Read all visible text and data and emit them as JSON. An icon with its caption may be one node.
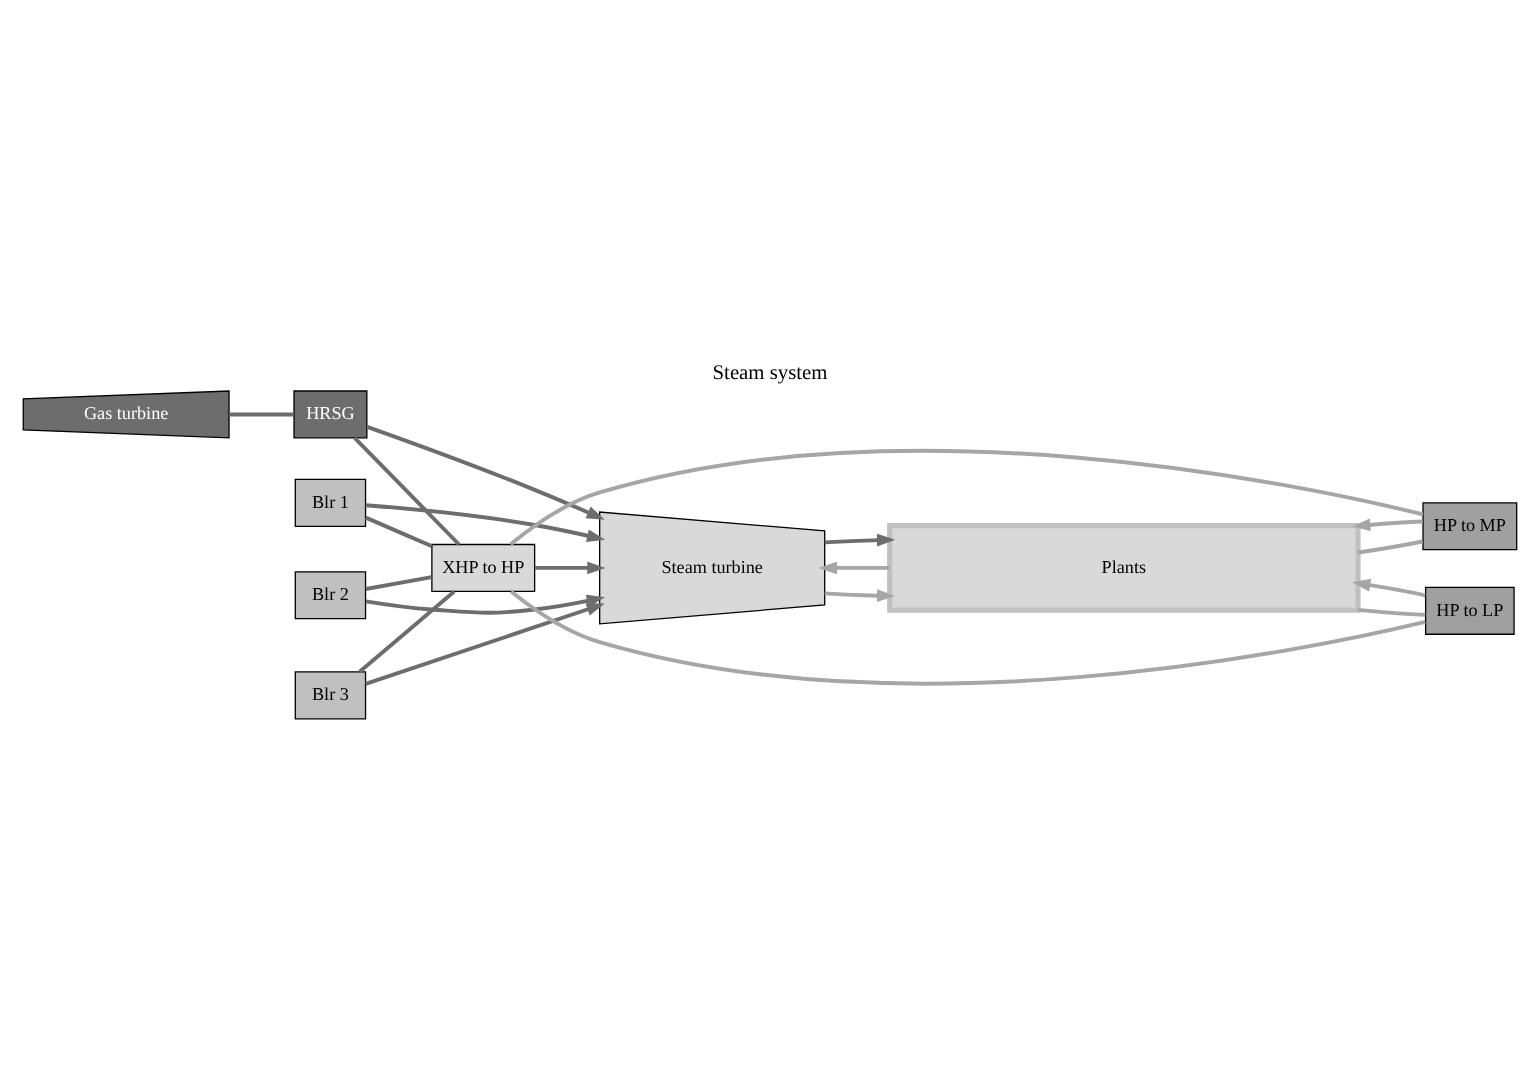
{
  "diagram": {
    "title": "Steam system",
    "nodes": [
      {
        "text": [
          "Gas turbine"
        ]
      },
      {
        "text": [
          "HRSG"
        ]
      },
      {
        "text": [
          "Steam turbine"
        ]
      },
      {
        "text": [
          "Blr 1"
        ]
      },
      {
        "text": [
          "Blr 2"
        ]
      },
      {
        "text": [
          "Blr 3"
        ]
      },
      {
        "text": [
          "HP to MP"
        ]
      },
      {
        "text": [
          "HP to LP"
        ]
      },
      {
        "text": [
          "XHP to HP"
        ]
      },
      {
        "text": [
          "Plants"
        ]
      }
    ],
    "edges": [
      {
        "from": 0,
        "to": 1,
        "arrow": "none"
      },
      {
        "from": 1,
        "to": 2,
        "arrow": "to"
      },
      {
        "from": 3,
        "to": 2,
        "arrow": "to"
      },
      {
        "from": 4,
        "to": 2,
        "arrow": "to"
      },
      {
        "from": 5,
        "to": 2,
        "arrow": "to"
      },
      {
        "from": 1,
        "to": 8,
        "arrow": "none"
      },
      {
        "from": 3,
        "to": 8,
        "arrow": "none"
      },
      {
        "from": 4,
        "to": 8,
        "arrow": "none"
      },
      {
        "from": 5,
        "to": 8,
        "arrow": "none"
      },
      {
        "from": 8,
        "to": 2,
        "arrow": "to"
      },
      {
        "from": 9,
        "to": 2,
        "arrow": "to",
        "color": "#a6a6a6"
      },
      {
        "from": 8,
        "to": 6,
        "arrow": "none",
        "color": "#a6a6a6"
      },
      {
        "from": 9,
        "to": 6,
        "arrow": "none",
        "color": "#a6a6a6"
      },
      {
        "from": 8,
        "to": 7,
        "arrow": "none",
        "color": "#a6a6a6"
      },
      {
        "from": 9,
        "to": 7,
        "arrow": "none",
        "color": "#a6a6a6"
      },
      {
        "from": 2,
        "to": 9,
        "arrow": "to",
        "color": "#a6a6a6"
      },
      {
        "from": 6,
        "to": 9,
        "arrow": "to",
        "color": "#a6a6a6"
      },
      {
        "from": 2,
        "to": 9,
        "arrow": "to"
      },
      {
        "from": 7,
        "to": 9,
        "arrow": "to",
        "color": "#a6a6a6"
      }
    ]
  }
}
